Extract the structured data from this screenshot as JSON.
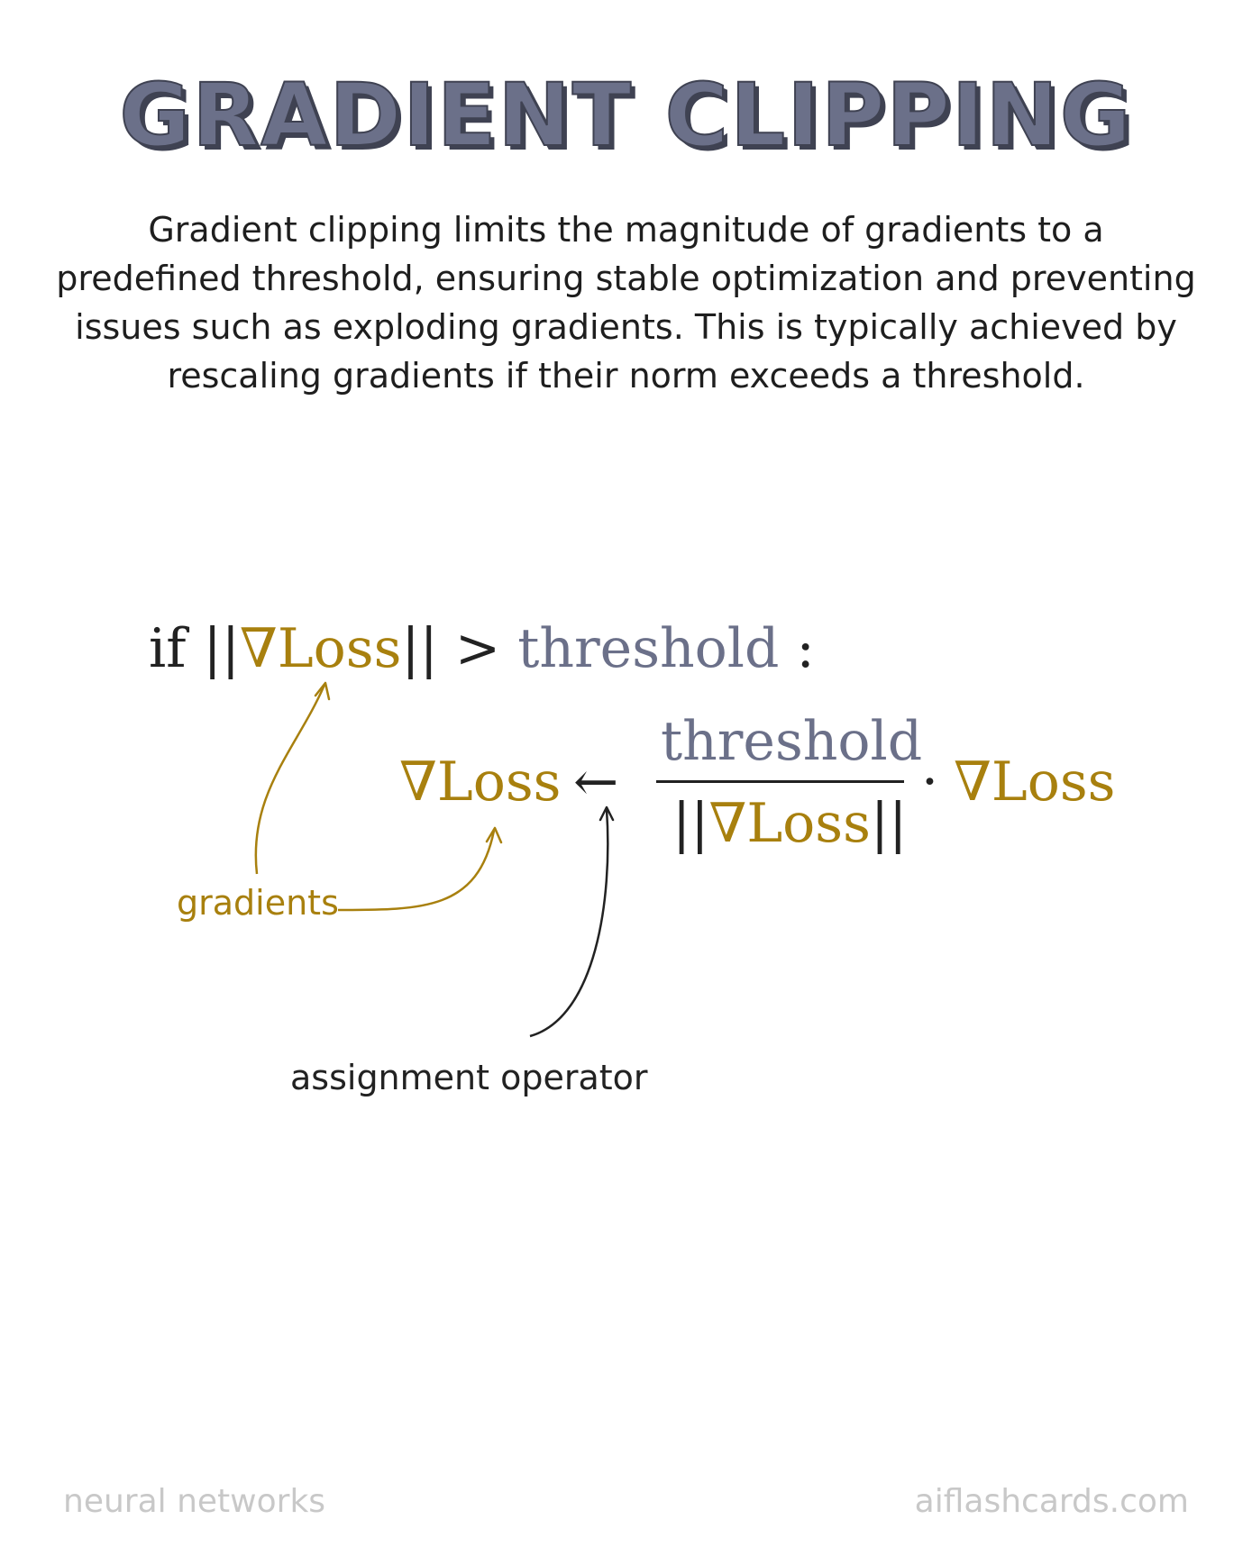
{
  "title": "GRADIENT CLIPPING",
  "description": "Gradient clipping limits the magnitude of gradients to a predefined threshold, ensuring stable optimization and preventing issues such as exploding gradients. This is typically achieved by rescaling gradients if their norm exceeds a threshold.",
  "formula": {
    "line1": {
      "if_keyword": "if",
      "norm_open": "||",
      "grad_loss": "∇Loss",
      "norm_close": "||",
      "comparison": ">",
      "threshold": "threshold",
      "colon": ":"
    },
    "line2": {
      "lhs_grad_loss": "∇Loss",
      "assign_arrow": "←",
      "numerator": "threshold",
      "denominator_open": "||",
      "denominator_grad_loss": "∇Loss",
      "denominator_close": "||",
      "dot": "·",
      "rhs_grad_loss": "∇Loss"
    }
  },
  "annotations": {
    "gradients": "gradients",
    "assignment_operator": "assignment operator"
  },
  "footer": {
    "left": "neural networks",
    "right": "aiflashcards.com"
  },
  "colors": {
    "title": "#6b7089",
    "title_shadow": "#3f4252",
    "gradient": "#a8800e",
    "threshold": "#6b7089",
    "text": "#222222",
    "footer": "#c8c8c8"
  }
}
